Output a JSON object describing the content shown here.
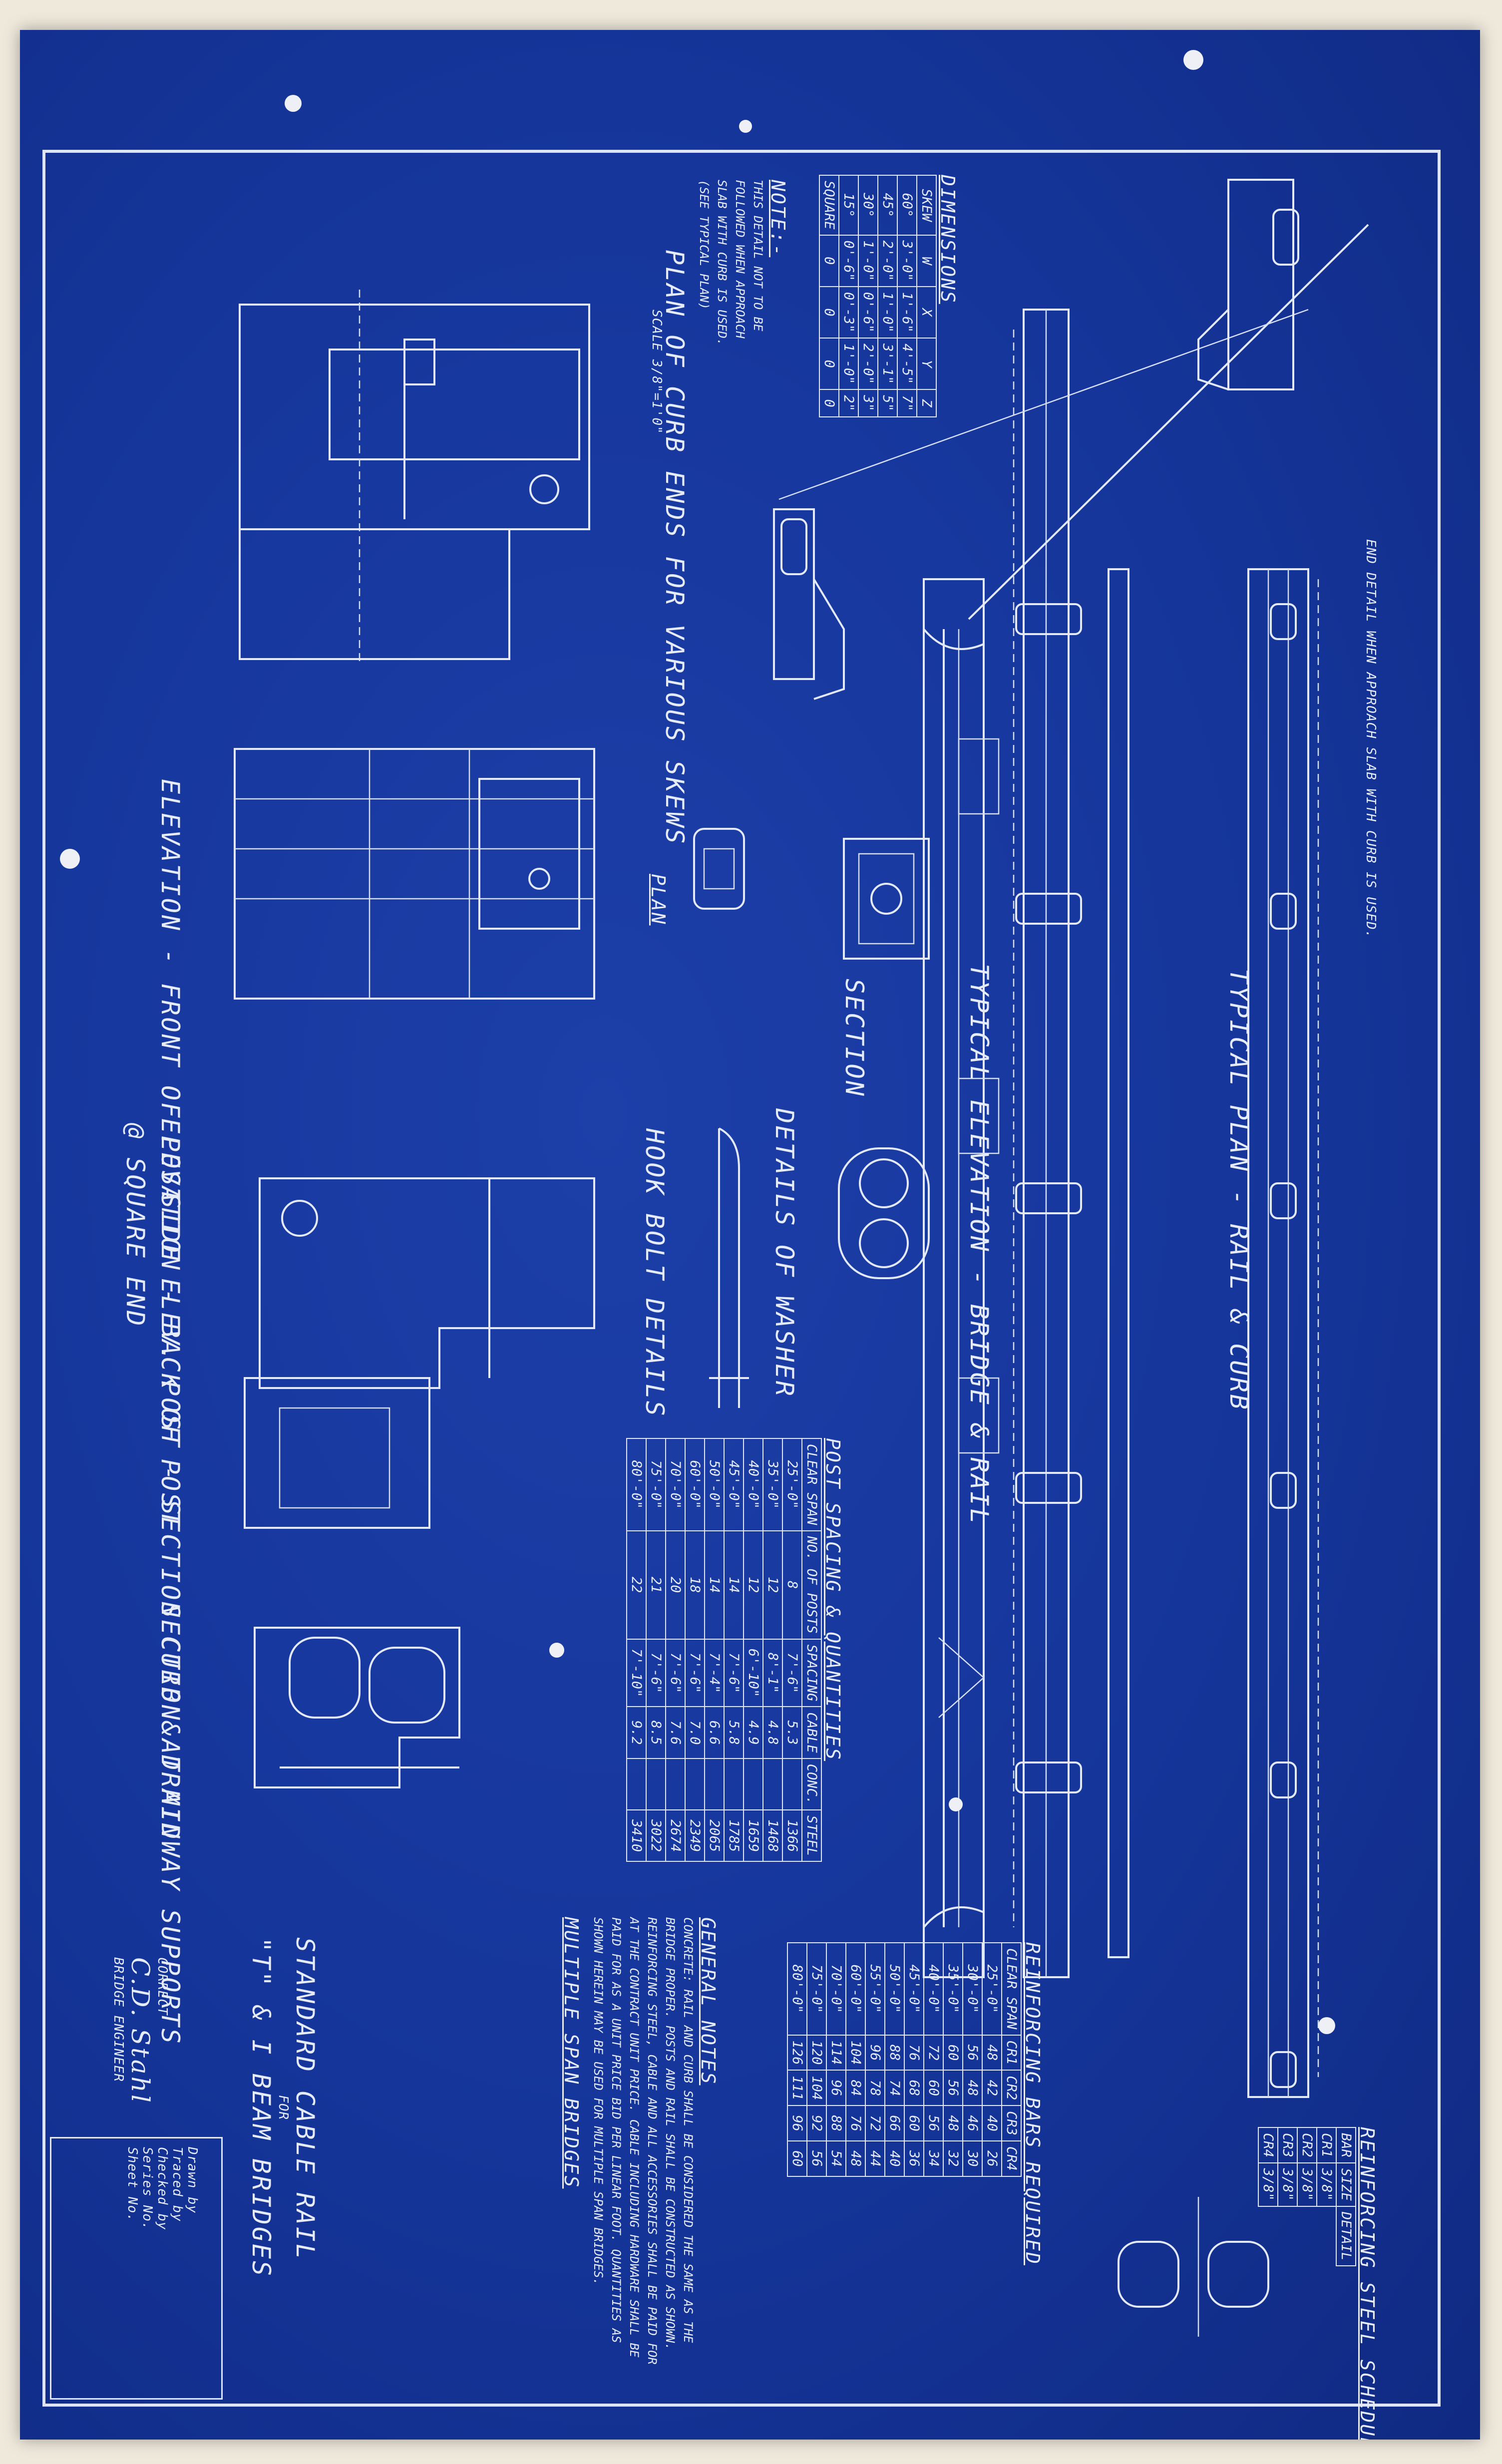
{
  "drawing": {
    "title_line1": "STANDARD CABLE RAIL",
    "title_for": "FOR",
    "title_line2": "\"T\" & I BEAM BRIDGES",
    "correct_label": "CORRECT",
    "signature": "C.D. Stahl",
    "bridge_engineer": "BRIDGE ENGINEER",
    "titleblock_rows": [
      "Drawn by",
      "Traced by",
      "Checked by",
      "Series No.",
      "Sheet No."
    ]
  },
  "views": {
    "elevation_back": "ELEVATION - BACK OF POST",
    "at_square_end": "@ SQUARE END",
    "elevation_front": "ELEVATION - FRONT OF POST",
    "side_elev": "SIDE ELEV. POST - SECTION CURB & DRAIN",
    "section_midway": "SECTION AT MIDWAY SUPPORTS",
    "plan_curb_ends": "PLAN OF CURB ENDS FOR VARIOUS SKEWS",
    "plan_curb_scale": "SCALE 3/8\"=1'0\"",
    "plan": "PLAN",
    "section": "SECTION",
    "hook_bolt": "HOOK BOLT DETAILS",
    "details_washer": "DETAILS OF WASHER",
    "typical_elevation": "TYPICAL ELEVATION - BRIDGE & RAIL",
    "typical_plan": "TYPICAL PLAN - RAIL & CURB",
    "end_detail": "END DETAIL WHEN APPROACH SLAB WITH CURB IS USED."
  },
  "note": {
    "heading": "NOTE:-",
    "text": "THIS DETAIL NOT TO BE FOLLOWED WHEN APPROACH SLAB WITH CURB IS USED. (SEE TYPICAL PLAN)"
  },
  "skew_dimensions": {
    "title": "DIMENSIONS",
    "headers": [
      "SKEW",
      "W",
      "X",
      "Y",
      "Z"
    ],
    "rows": [
      [
        "60°",
        "3'-0\"",
        "1'-6\"",
        "4'-5\"",
        "7\""
      ],
      [
        "45°",
        "2'-0\"",
        "1'-0\"",
        "3'-1\"",
        "5\""
      ],
      [
        "30°",
        "1'-0\"",
        "0'-6\"",
        "2'-0\"",
        "3\""
      ],
      [
        "15°",
        "0'-6\"",
        "0'-3\"",
        "1'-0\"",
        "2\""
      ],
      [
        "SQUARE",
        "0",
        "0",
        "0",
        "0"
      ]
    ]
  },
  "post_spacing": {
    "title": "POST SPACING & QUANTITIES",
    "headers": [
      "CLEAR SPAN",
      "NO. OF POSTS",
      "SPACING",
      "CABLE",
      "CONC.",
      "STEEL"
    ],
    "rows": [
      [
        "25'-0\"",
        "8",
        "7'-6\"",
        "5.3",
        "",
        "1366"
      ],
      [
        "35'-0\"",
        "12",
        "8'-1\"",
        "4.8",
        "",
        "1468"
      ],
      [
        "40'-0\"",
        "12",
        "6'-10\"",
        "4.9",
        "",
        "1659"
      ],
      [
        "45'-0\"",
        "14",
        "7'-6\"",
        "5.8",
        "",
        "1785"
      ],
      [
        "50'-0\"",
        "14",
        "7'-4\"",
        "6.6",
        "",
        "2065"
      ],
      [
        "60'-0\"",
        "18",
        "7'-6\"",
        "7.0",
        "",
        "2349"
      ],
      [
        "70'-0\"",
        "20",
        "7'-6\"",
        "7.6",
        "",
        "2674"
      ],
      [
        "75'-0\"",
        "21",
        "7'-6\"",
        "8.5",
        "",
        "3022"
      ],
      [
        "80'-0\"",
        "22",
        "7'-10\"",
        "9.2",
        "",
        "3410"
      ]
    ]
  },
  "reinforcing_required": {
    "title": "REINFORCING BARS REQUIRED",
    "headers": [
      "CLEAR SPAN",
      "CR1",
      "CR2",
      "CR3",
      "CR4"
    ],
    "rows": [
      [
        "25'-0\"",
        "48",
        "42",
        "40",
        "26"
      ],
      [
        "30'-0\"",
        "56",
        "48",
        "46",
        "30"
      ],
      [
        "35'-0\"",
        "60",
        "56",
        "48",
        "32"
      ],
      [
        "40'-0\"",
        "72",
        "60",
        "56",
        "34"
      ],
      [
        "45'-0\"",
        "76",
        "68",
        "60",
        "36"
      ],
      [
        "50'-0\"",
        "88",
        "74",
        "66",
        "40"
      ],
      [
        "55'-0\"",
        "96",
        "78",
        "72",
        "44"
      ],
      [
        "60'-0\"",
        "104",
        "84",
        "76",
        "48"
      ],
      [
        "70'-0\"",
        "114",
        "96",
        "88",
        "54"
      ],
      [
        "75'-0\"",
        "120",
        "104",
        "92",
        "56"
      ],
      [
        "80'-0\"",
        "126",
        "111",
        "96",
        "60"
      ]
    ]
  },
  "steel_schedule": {
    "title": "REINFORCING STEEL SCHEDULE",
    "headers": [
      "BAR",
      "SIZE",
      "DETAIL"
    ],
    "rows": [
      [
        "CR1",
        "3/8\""
      ],
      [
        "CR2",
        "3/8\""
      ],
      [
        "CR3",
        "3/8\""
      ],
      [
        "CR4",
        "3/8\""
      ]
    ]
  },
  "general_notes": {
    "title": "GENERAL NOTES",
    "text": "CONCRETE: RAIL AND CURB SHALL BE CONSIDERED THE SAME AS THE BRIDGE PROPER. POSTS AND RAIL SHALL BE CONSTRUCTED AS SHOWN. REINFORCING STEEL, CABLE AND ALL ACCESSORIES SHALL BE PAID FOR AT THE CONTRACT UNIT PRICE. CABLE INCLUDING HARDWARE SHALL BE PAID FOR AS A UNIT PRICE BID PER LINEAR FOOT. QUANTITIES AS SHOWN HEREIN MAY BE USED FOR MULTIPLE SPAN BRIDGES."
  },
  "multiple_span": "MULTIPLE SPAN BRIDGES"
}
